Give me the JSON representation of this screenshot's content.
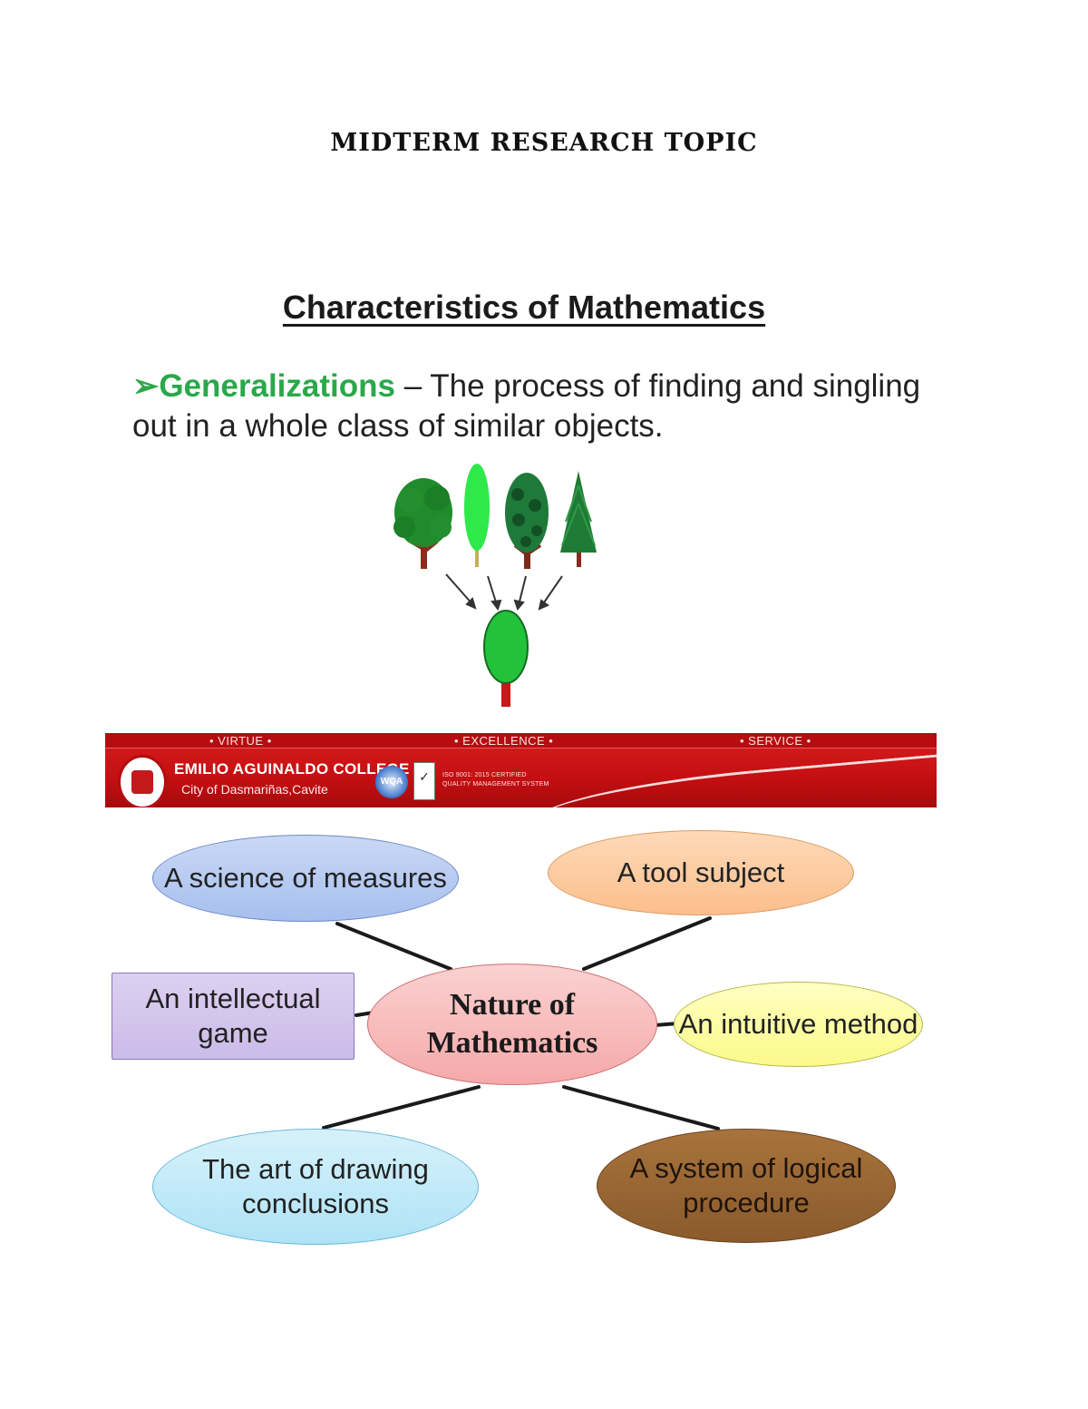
{
  "document": {
    "title": "MIDTERM RESEARCH TOPIC"
  },
  "slide1": {
    "title": "Characteristics of Mathematics",
    "bullet_symbol": "➢",
    "term": "Generalizations",
    "definition": " – The process of finding and singling out in a whole class of similar objects."
  },
  "banner": {
    "motto": [
      "• VIRTUE •",
      "• EXCELLENCE •",
      "• SERVICE •"
    ],
    "college_name": "EMILIO AGUINALDO COLLEGE",
    "college_city": "City of Dasmariñas,Cavite",
    "badge_wqa": "WQA",
    "badge_mark": "✓",
    "iso_line1": "ISO 9001: 2015 CERTIFIED",
    "iso_line2": "QUALITY MANAGEMENT SYSTEM"
  },
  "diagram": {
    "center": "Nature of Mathematics",
    "nodes": {
      "science": "A science of measures",
      "tool": "A tool subject",
      "game": "An intellectual game",
      "intuitive": "An intuitive method",
      "art": "The art of drawing conclusions",
      "system": "A system of logical procedure"
    }
  },
  "colors": {
    "term_green": "#2aa84a",
    "banner_red": "#c40f12"
  }
}
